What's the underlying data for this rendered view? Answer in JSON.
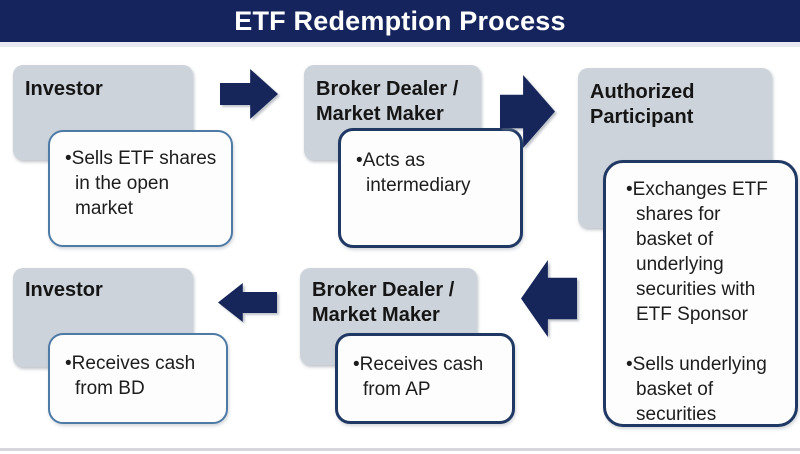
{
  "title": "ETF Redemption Process",
  "theme": {
    "banner_bg": "#16245e",
    "arrow_color": "#17265a",
    "gray_box_bg": "#cdd3da",
    "navy_border": "#1f3864",
    "steel_border": "#4e7ba6",
    "text_color": "#1d1d1d"
  },
  "steps": [
    {
      "label": "Investor",
      "bullets": [
        "•Sells ETF shares\nin the open\nmarket"
      ]
    },
    {
      "label": "Broker Dealer /\nMarket Maker",
      "bullets": [
        "•Acts as\nintermediary"
      ]
    },
    {
      "label": "Authorized\nParticipant",
      "bullets": [
        "•Exchanges ETF\nshares for\nbasket of\nunderlying\nsecurities with\nETF Sponsor",
        "•Sells underlying\nbasket of\nsecurities"
      ]
    },
    {
      "label": "Broker Dealer /\nMarket Maker",
      "bullets": [
        "•Receives cash\nfrom AP"
      ]
    },
    {
      "label": "Investor",
      "bullets": [
        "•Receives cash\nfrom BD"
      ]
    }
  ],
  "arrows": [
    {
      "name": "arrow-right-investor-to-broker",
      "direction": "right"
    },
    {
      "name": "arrow-right-broker-to-ap",
      "direction": "right"
    },
    {
      "name": "arrow-left-broker-to-investor",
      "direction": "left"
    },
    {
      "name": "arrow-left-ap-to-broker",
      "direction": "left"
    }
  ]
}
